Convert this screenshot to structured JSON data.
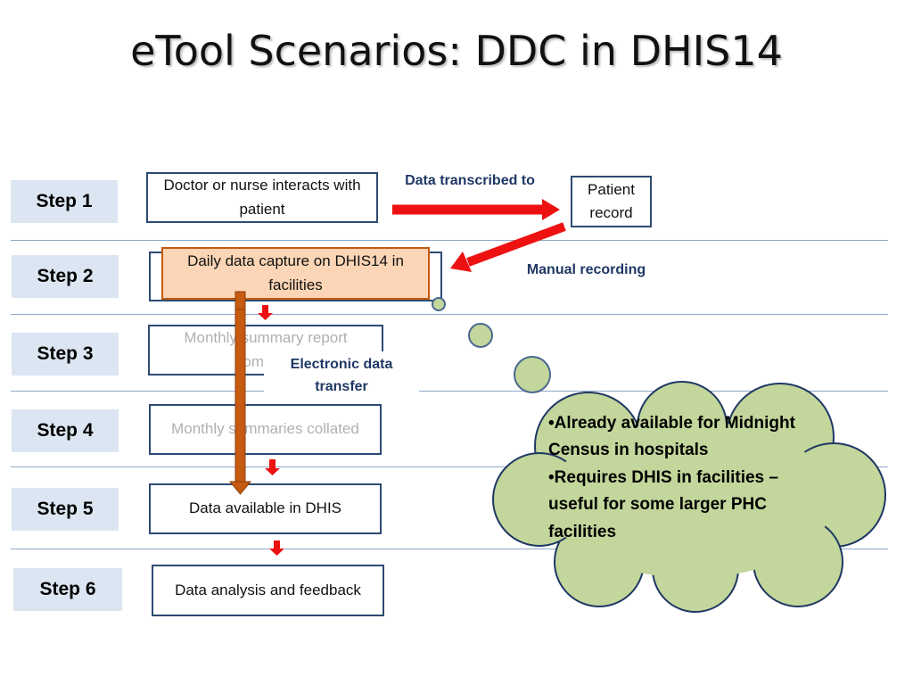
{
  "title": "eTool Scenarios: DDC in DHIS14",
  "steps": [
    "Step 1",
    "Step 2",
    "Step 3",
    "Step 4",
    "Step 5",
    "Step 6"
  ],
  "boxes": {
    "doctor_nurse": "Doctor or nurse interacts with patient",
    "patient_record": "Patient record",
    "daily_capture": "Daily data capture on DHIS14 in facilities",
    "monthly_summary": "Monthly summary report compiled",
    "monthly_collated": "Monthly summaries collated",
    "data_available": "Data available in DHIS",
    "data_analysis": "Data analysis and feedback"
  },
  "labels": {
    "data_transcribed": "Data transcribed to",
    "manual_recording": "Manual recording",
    "electronic_transfer": "Electronic data transfer"
  },
  "cloud": {
    "bullets": [
      "•Already available for Midnight Census in hospitals",
      "•Requires DHIS in facilities – useful for some larger PHC facilities"
    ]
  },
  "colors": {
    "step_bg": "#dce6f2",
    "box_border": "#2e4a73",
    "label_text": "#1f3864",
    "arrow_red": "#ee1111",
    "capture_box_fill": "#fbd5b5",
    "capture_box_border": "#c55a11",
    "cloud_fill": "#c3d69b",
    "cloud_border": "#1f3864",
    "transfer_arrow": "#c55a11"
  }
}
